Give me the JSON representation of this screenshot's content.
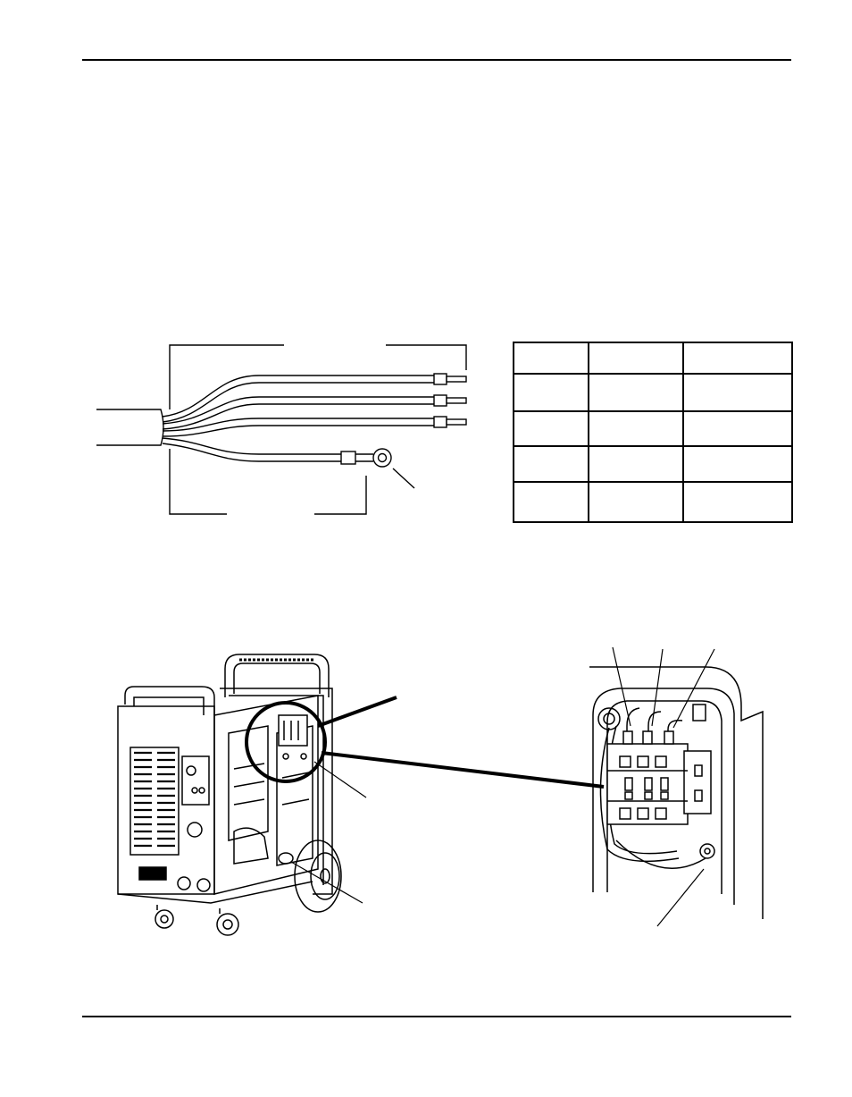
{
  "page": {
    "has_header_rule": true,
    "has_footer_rule": true
  },
  "cable_diagram": {
    "wire_count": 4,
    "wire_ends": [
      "ferrule",
      "ferrule",
      "ferrule",
      "ring-terminal"
    ]
  },
  "wire_table": {
    "rows": 5,
    "columns": 3,
    "cells": [
      [
        "",
        "",
        ""
      ],
      [
        "",
        "",
        ""
      ],
      [
        "",
        "",
        ""
      ],
      [
        "",
        "",
        ""
      ],
      [
        "",
        "",
        ""
      ]
    ]
  },
  "figure": {
    "machine_view": "plasma-cutter-side-panel-open",
    "detail_view": "contactor-terminal-connections"
  }
}
